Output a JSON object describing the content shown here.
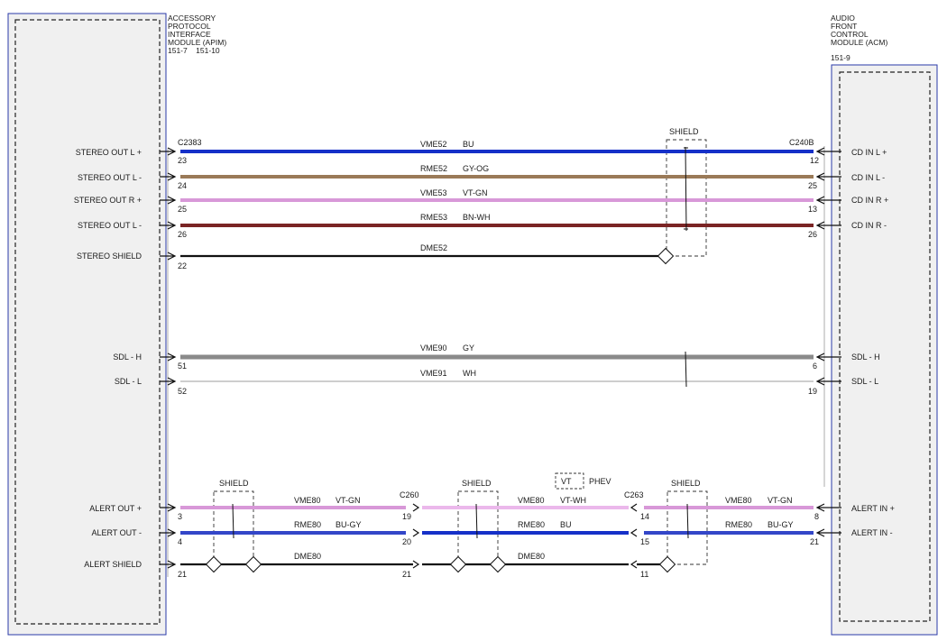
{
  "modules": {
    "left": {
      "title_lines": [
        "ACCESSORY",
        "PROTOCOL",
        "INTERFACE",
        "MODULE (APIM)",
        "151-7    151-10"
      ]
    },
    "right": {
      "title_lines": [
        "AUDIO",
        "FRONT",
        "CONTROL",
        "MODULE (ACM)",
        "151-9"
      ]
    }
  },
  "connectors": {
    "left_main": "C2383",
    "right_main": "C240B",
    "mid1": "C260",
    "mid2": "C263"
  },
  "shield_labels": {
    "top": "SHIELD",
    "alert_left": "SHIELD",
    "alert_mid": "SHIELD",
    "alert_right": "SHIELD"
  },
  "option_box": {
    "code": "VT",
    "label": "PHEV"
  },
  "colors": {
    "BU": "#1530c8",
    "GY-OG": "#9a7a58",
    "VT-GN": "#d898d8",
    "BN-WH": "#7a2424",
    "BK": "#111111",
    "GY": "#8a8a8a",
    "WH": "#bdbdbd",
    "VT-WH": "#ebb8eb",
    "BU-GY": "#3346c8",
    "module_border": "#2a3aa8"
  },
  "left_signals": [
    "STEREO OUT L +",
    "STEREO OUT L -",
    "STEREO OUT R +",
    "STEREO OUT L -",
    "STEREO SHIELD",
    "SDL - H",
    "SDL - L",
    "ALERT OUT +",
    "ALERT OUT -",
    "ALERT SHIELD"
  ],
  "right_signals": [
    "CD IN L +",
    "CD IN L -",
    "CD IN R +",
    "CD IN R -",
    "SDL - H",
    "SDL - L",
    "ALERT IN +",
    "ALERT IN -"
  ],
  "wires": [
    {
      "circuit": "VME52",
      "color": "BU",
      "left_pin": "23",
      "right_pin": "12"
    },
    {
      "circuit": "RME52",
      "color": "GY-OG",
      "left_pin": "24",
      "right_pin": "25"
    },
    {
      "circuit": "VME53",
      "color": "VT-GN",
      "left_pin": "25",
      "right_pin": "13"
    },
    {
      "circuit": "RME53",
      "color": "BN-WH",
      "left_pin": "26",
      "right_pin": "26"
    },
    {
      "circuit": "DME52",
      "color": "",
      "left_pin": "22",
      "right_pin": ""
    },
    {
      "circuit": "VME90",
      "color": "GY",
      "left_pin": "51",
      "right_pin": "6"
    },
    {
      "circuit": "VME91",
      "color": "WH",
      "left_pin": "52",
      "right_pin": "19"
    }
  ],
  "alert_wires": [
    {
      "segments": [
        {
          "circuit": "VME80",
          "color": "VT-GN"
        },
        {
          "circuit": "VME80",
          "color": "VT-WH"
        },
        {
          "circuit": "VME80",
          "color": "VT-GN"
        }
      ],
      "pins": [
        "3",
        "19",
        "14",
        "8"
      ]
    },
    {
      "segments": [
        {
          "circuit": "RME80",
          "color": "BU-GY"
        },
        {
          "circuit": "RME80",
          "color": "BU"
        },
        {
          "circuit": "RME80",
          "color": "BU-GY"
        }
      ],
      "pins": [
        "4",
        "20",
        "15",
        "21"
      ]
    },
    {
      "segments": [
        {
          "circuit": "DME80",
          "color": ""
        },
        {
          "circuit": "DME80",
          "color": ""
        }
      ],
      "pins": [
        "21",
        "21",
        "11"
      ]
    }
  ]
}
